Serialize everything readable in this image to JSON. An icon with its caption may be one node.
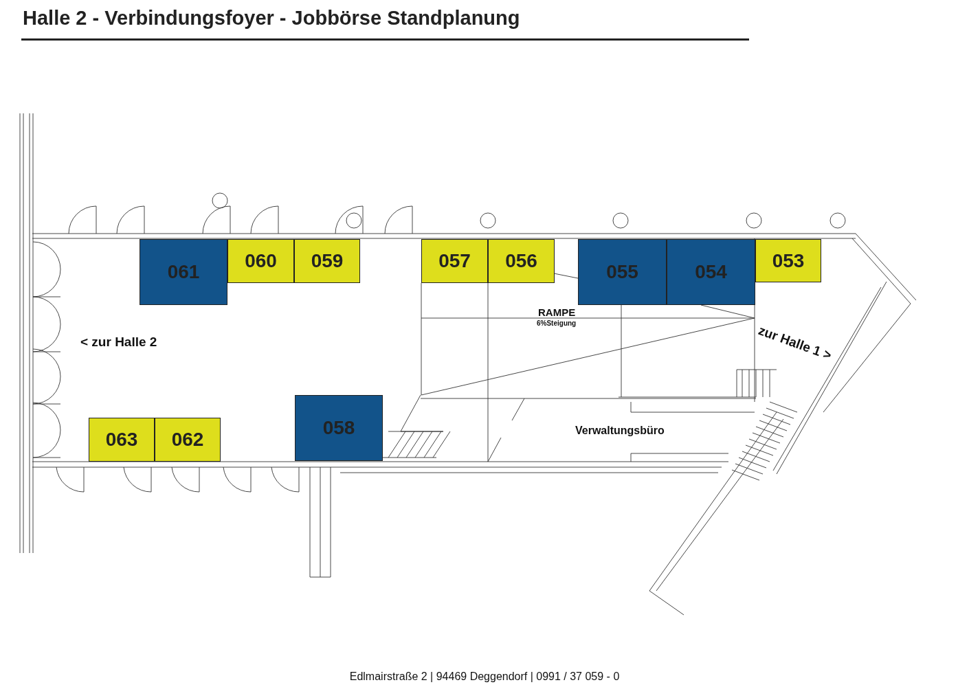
{
  "diagram": {
    "title": "Halle 2 - Verbindungsfoyer - Jobbörse Standplanung",
    "nodes": [
      {
        "text": [
          "061"
        ]
      },
      {
        "text": [
          "060"
        ]
      },
      {
        "text": [
          "059"
        ]
      },
      {
        "text": [
          "057"
        ]
      },
      {
        "text": [
          "056"
        ]
      },
      {
        "text": [
          "055"
        ]
      },
      {
        "text": [
          "054"
        ]
      },
      {
        "text": [
          "053"
        ]
      },
      {
        "text": [
          "058"
        ]
      },
      {
        "text": [
          "063"
        ]
      },
      {
        "text": [
          "062"
        ]
      }
    ],
    "edges": [],
    "labels": [
      "RAMPE",
      "6%Steigung",
      "< zur Halle 2",
      "zur Halle 1 >",
      "Verwaltungsbüro",
      "Edlmairstraße 2 | 94469 Deggendorf | 0991 / 37 059 - 0"
    ]
  }
}
